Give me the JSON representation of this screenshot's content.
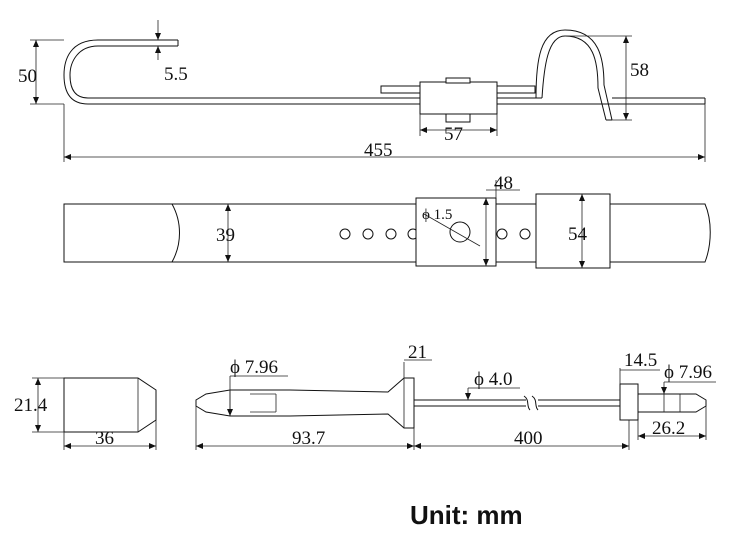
{
  "view1": {
    "height_dim": "50",
    "wire_dim": "5.5",
    "hook_dim": "58",
    "clip_dim": "57",
    "length_dim": "455"
  },
  "view2": {
    "band_dim": "39",
    "hole_dim": "ϕ 1.5",
    "block_width_dim": "48",
    "block2_dim": "54"
  },
  "view3": {
    "cap_height_dim": "21.4",
    "cap_length_dim": "36",
    "pin_dia_dim": "ϕ 7.96",
    "flange_dim": "21",
    "body_length_dim": "93.7",
    "cable_dia_dim": "ϕ 4.0",
    "cable_length_dim": "400",
    "end_width_dim": "14.5",
    "end_dia_dim": "ϕ 7.96",
    "end_length_dim": "26.2"
  },
  "unit_label": "Unit: mm"
}
